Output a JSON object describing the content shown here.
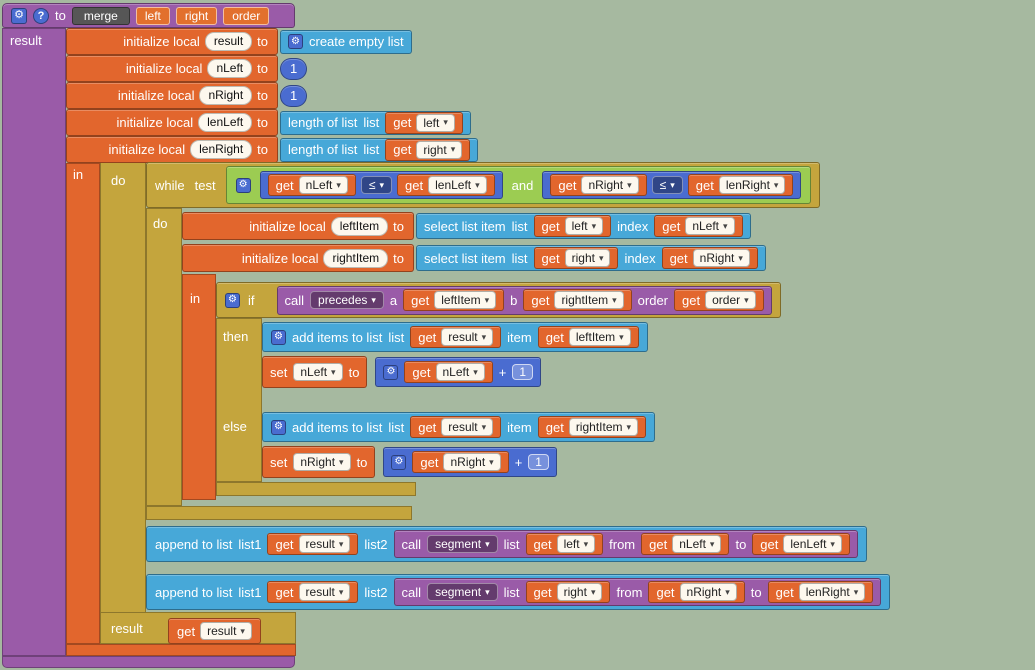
{
  "icons": {
    "gear": "⚙",
    "help": "?",
    "dropdown": "▾"
  },
  "colors": {
    "background": "#a6b9a0",
    "procedure_purple": "#9a5ba8",
    "variables_orange": "#e2662d",
    "lists_blue": "#47a8d8",
    "math_blue": "#4a6cd0",
    "logic_green": "#9ccc52",
    "control_gold": "#c4a53d",
    "name_field_dark": "#565656"
  },
  "keywords": {
    "to": "to",
    "in": "in",
    "do": "do",
    "while": "while",
    "test": "test",
    "if": "if",
    "then": "then",
    "else": "else",
    "and": "and",
    "get": "get",
    "set": "set",
    "call": "call",
    "result": "result",
    "initialize_local": "initialize local",
    "le": "≤",
    "plus": "+",
    "one": "1"
  },
  "procedure": {
    "name": "merge",
    "params": [
      "left",
      "right",
      "order"
    ]
  },
  "vars": {
    "result": "result",
    "nLeft": "nLeft",
    "nRight": "nRight",
    "lenLeft": "lenLeft",
    "lenRight": "lenRight",
    "leftItem": "leftItem",
    "rightItem": "rightItem",
    "left": "left",
    "right": "right",
    "order": "order"
  },
  "lists": {
    "create_empty_list": "create empty list",
    "length_of_list": "length of list",
    "list": "list",
    "select_list_item": "select list item",
    "index": "index",
    "add_items_to_list": "add items to list",
    "item": "item",
    "append_to_list": "append to list",
    "list1": "list1",
    "list2": "list2"
  },
  "calls": {
    "precedes": "precedes",
    "segment": "segment",
    "a": "a",
    "b": "b",
    "order": "order",
    "from": "from",
    "to": "to",
    "list": "list"
  }
}
